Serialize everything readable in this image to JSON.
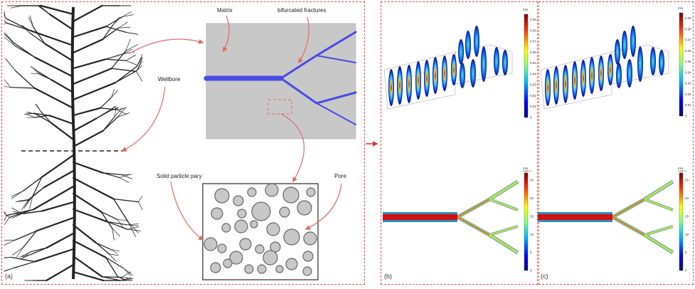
{
  "panel_a": {
    "label": "(a)",
    "labels": {
      "matrix": "Matrix",
      "fractures": "bifurcated fractures",
      "wellbore": "Wellbore",
      "solid": "Solid particle pary",
      "pore": "Pore"
    }
  },
  "panel_b": {
    "label": "(b)"
  },
  "panel_c": {
    "label": "(c)"
  },
  "colorbar_top": {
    "unit": "m/s",
    "ticks": [
      "0",
      "0.01",
      "0.02",
      "0.03",
      "0.04",
      "0.05",
      "0.06",
      "0.07",
      "0.08",
      "0.09"
    ],
    "range": [
      0,
      0.095
    ]
  },
  "colorbar_bottom": {
    "unit": "m/s",
    "scale": "×10⁻⁴",
    "ticks": [
      "0",
      "5",
      "10",
      "15",
      "20",
      "25"
    ],
    "range": [
      0,
      27
    ]
  },
  "colors": {
    "fracture": "#4a4ae6",
    "matrix": "#c8c8c8",
    "arrow": "#e06a6a",
    "border": "#d9534f"
  }
}
